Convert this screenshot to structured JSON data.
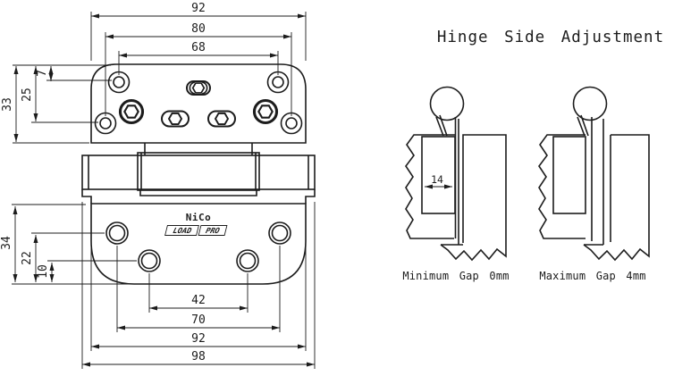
{
  "colors": {
    "line": "#1c1c1c",
    "background": "#ffffff"
  },
  "title": "Hinge Side Adjustment",
  "logo": {
    "brand": "NiCo",
    "badge_left": "LOAD",
    "badge_right": "PRO"
  },
  "top_view": {
    "dim_width_overall": "92",
    "dim_width_outer_holes": "80",
    "dim_width_top_holes": "68",
    "dim_height_overall": "33",
    "dim_lower_holes_offset": "25",
    "dim_top_holes_offset": "7"
  },
  "bottom_view": {
    "dim_inner_holes": "42",
    "dim_outer_holes": "70",
    "dim_plate_width": "92",
    "dim_overall_width": "98",
    "dim_height_overall": "34",
    "dim_upper_holes_offset": "22",
    "dim_lower_holes_offset": "10"
  },
  "adjustment": {
    "dim_leaf_width": "14",
    "min_label": "Minimum Gap 0mm",
    "max_label": "Maximum Gap 4mm"
  }
}
